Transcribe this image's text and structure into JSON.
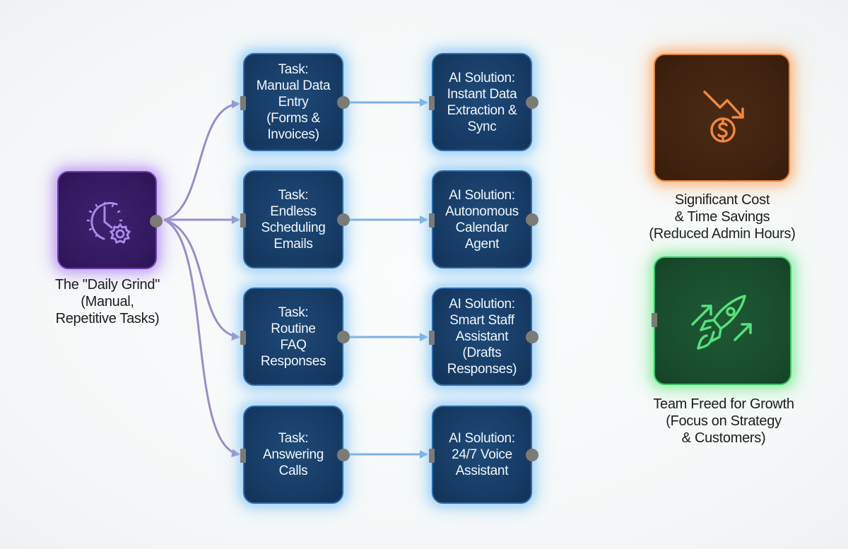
{
  "source": {
    "caption": "The \"Daily Grind\"\n(Manual,\nRepetitive Tasks)",
    "icon": "clock-gear-icon",
    "color": "#6a3fb0"
  },
  "tasks": [
    {
      "label": "Task:\nManual Data\nEntry\n(Forms &\nInvoices)"
    },
    {
      "label": "Task:\nEndless\nScheduling\nEmails"
    },
    {
      "label": "Task:\nRoutine\nFAQ\nResponses"
    },
    {
      "label": "Task:\nAnswering\nCalls"
    }
  ],
  "solutions": [
    {
      "label": "AI Solution:\nInstant Data\nExtraction &\nSync"
    },
    {
      "label": "AI Solution:\nAutonomous\nCalendar\nAgent"
    },
    {
      "label": "AI Solution:\nSmart Staff\nAssistant\n(Drafts\nResponses)"
    },
    {
      "label": "AI Solution:\n24/7 Voice\nAssistant"
    }
  ],
  "outcomes": [
    {
      "caption": "Significant Cost\n& Time Savings\n(Reduced Admin Hours)",
      "icon": "cost-down-dollar-icon",
      "color": "#e3803a"
    },
    {
      "caption": "Team Freed for Growth\n(Focus on Strategy\n& Customers)",
      "icon": "rocket-growth-icon",
      "color": "#3cc466"
    }
  ],
  "colors": {
    "task_fill": "#173c66",
    "edge_purple": "#9a8cc8",
    "edge_blue": "#7fb0e0"
  }
}
